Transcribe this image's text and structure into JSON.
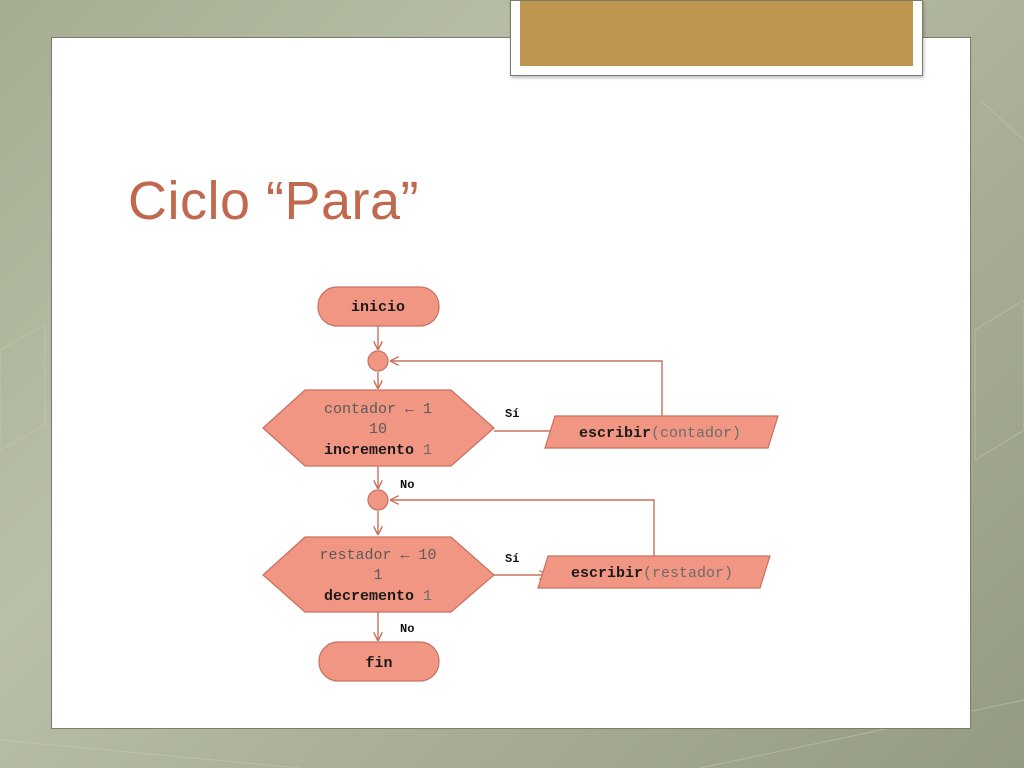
{
  "slide": {
    "title": "Ciclo “Para”"
  },
  "flowchart": {
    "start": "inicio",
    "end": "fin",
    "loop1": {
      "init": "contador ← 1",
      "limit": "10",
      "step_keyword": "incremento",
      "step_value": "1",
      "yes_label": "Sí",
      "no_label": "No",
      "action_keyword": "escribir",
      "action_arg": "(contador)"
    },
    "loop2": {
      "init": "restador ← 10",
      "limit": "1",
      "step_keyword": "decremento",
      "step_value": "1",
      "yes_label": "Sí",
      "no_label": "No",
      "action_keyword": "escribir",
      "action_arg": "(restador)"
    }
  },
  "colors": {
    "shape_fill": "#f29684",
    "shape_stroke": "#c9705e",
    "connector": "#c9705e",
    "title": "#c0694f",
    "accent_bar": "#bd9650"
  }
}
